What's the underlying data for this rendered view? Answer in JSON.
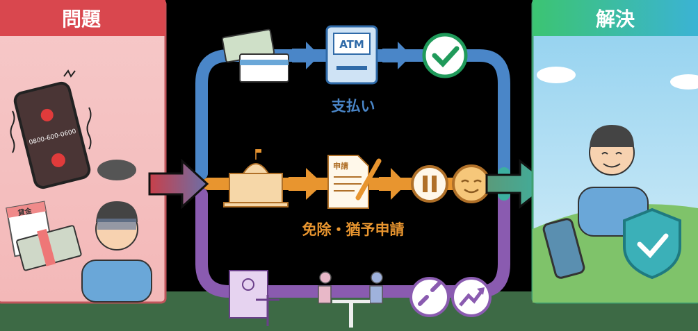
{
  "problem_panel": {
    "title": "問題",
    "phone_number": "0800-600-0600",
    "bill_label": "貸金"
  },
  "solution_panel": {
    "title": "解決"
  },
  "routes": {
    "payment": {
      "label": "支払い",
      "atm_label": "ATM"
    },
    "exemption": {
      "label": "免除・猶予申請",
      "form_label": "申請"
    }
  },
  "colors": {
    "problem_red": "#d9474e",
    "solution_green": "#3fbf7f",
    "payment_blue": "#4a86c8",
    "exemption_orange": "#e8952f",
    "legal_purple": "#8a5bb0",
    "ground_green": "#3d6a45"
  }
}
